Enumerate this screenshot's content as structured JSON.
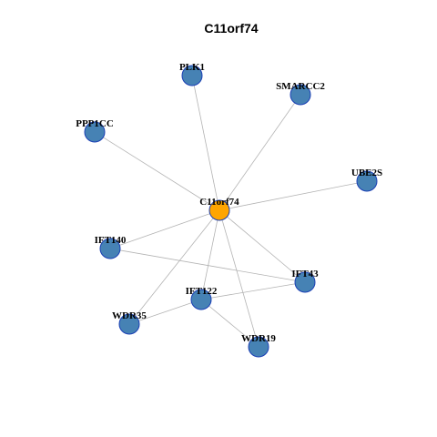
{
  "graph": {
    "title": "C11orf74",
    "colors": {
      "hub": "#ffa500",
      "neighbor": "#4682b4",
      "node_border": "#1a3fb5",
      "edge": "#b3b3b3"
    },
    "nodes": [
      {
        "id": "C11orf74",
        "label": "C11orf74",
        "role": "hub"
      },
      {
        "id": "PLK1",
        "label": "PLK1",
        "role": "neighbor"
      },
      {
        "id": "SMARCC2",
        "label": "SMARCC2",
        "role": "neighbor"
      },
      {
        "id": "PPP1CC",
        "label": "PPP1CC",
        "role": "neighbor"
      },
      {
        "id": "UBE2S",
        "label": "UBE2S",
        "role": "neighbor"
      },
      {
        "id": "IFT140",
        "label": "IFT140",
        "role": "neighbor"
      },
      {
        "id": "IFT43",
        "label": "IFT43",
        "role": "neighbor"
      },
      {
        "id": "IFT122",
        "label": "IFT122",
        "role": "neighbor"
      },
      {
        "id": "WDR35",
        "label": "WDR35",
        "role": "neighbor"
      },
      {
        "id": "WDR19",
        "label": "WDR19",
        "role": "neighbor"
      }
    ],
    "edges": [
      [
        "C11orf74",
        "PLK1"
      ],
      [
        "C11orf74",
        "SMARCC2"
      ],
      [
        "C11orf74",
        "PPP1CC"
      ],
      [
        "C11orf74",
        "UBE2S"
      ],
      [
        "C11orf74",
        "IFT140"
      ],
      [
        "C11orf74",
        "IFT43"
      ],
      [
        "C11orf74",
        "IFT122"
      ],
      [
        "C11orf74",
        "WDR35"
      ],
      [
        "C11orf74",
        "WDR19"
      ],
      [
        "IFT140",
        "IFT43"
      ],
      [
        "IFT122",
        "IFT43"
      ],
      [
        "IFT122",
        "WDR35"
      ],
      [
        "IFT122",
        "WDR19"
      ]
    ]
  }
}
